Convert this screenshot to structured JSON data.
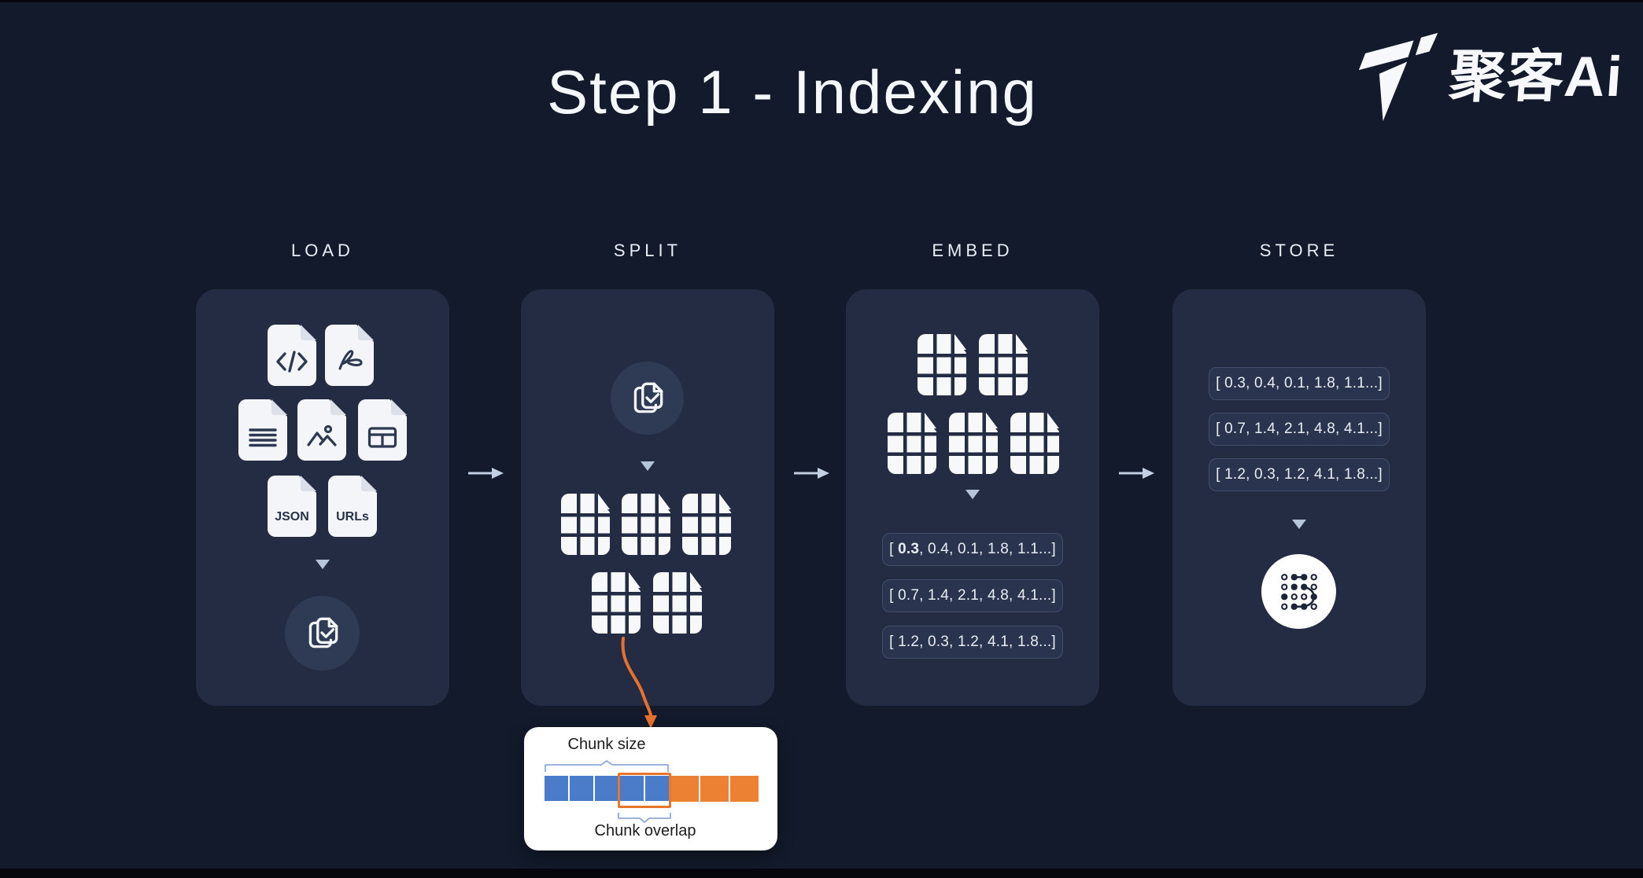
{
  "title": "Step 1 - Indexing",
  "logo": {
    "brand_text": "聚客Ai",
    "mark_icon": "tilted-t-logo"
  },
  "stages": {
    "load": "LOAD",
    "split": "SPLIT",
    "embed": "EMBED",
    "store": "STORE"
  },
  "load_panel": {
    "file_icons": [
      "code-file-icon",
      "pdf-file-icon",
      "text-file-icon",
      "image-file-icon",
      "table-file-icon",
      "json-file-icon",
      "urls-file-icon"
    ],
    "json_label": "JSON",
    "urls_label": "URLs",
    "result_icon": "documents-check-icon"
  },
  "split_panel": {
    "source_icon": "documents-check-icon",
    "chunk_icon": "chunk-grid-icon",
    "chunk_rows": [
      3,
      2
    ]
  },
  "embed_panel": {
    "chunk_icon": "chunk-grid-icon",
    "chunk_rows": [
      2,
      3
    ],
    "vector1": {
      "open": "[ ",
      "bold": "0.3",
      "rest": ", 0.4, 0.1, 1.8, 1.1...]"
    },
    "vector2": "[ 0.7, 1.4, 2.1, 4.8, 4.1...]",
    "vector3": "[ 1.2, 0.3, 1.2, 4.1, 1.8...]"
  },
  "store_panel": {
    "vector1": "[ 0.3, 0.4, 0.1, 1.8, 1.1...]",
    "vector2": "[ 0.7, 1.4, 2.1, 4.8, 4.1...]",
    "vector3": "[ 1.2, 0.3, 1.2, 4.1, 1.8...]",
    "db_icon": "vector-database-dots-icon"
  },
  "chunk_box": {
    "size_label": "Chunk size",
    "overlap_label": "Chunk overlap",
    "blue_block_count": 5,
    "orange_block_count": 3,
    "overlap_block_count": 2
  },
  "colors": {
    "background": "#121a2b",
    "card": "#232c43",
    "circle": "#2f3a55",
    "pill_bg": "#2b344e",
    "pill_border": "#434e6b",
    "flow_arrow": "#c3cfe2",
    "triangle": "#b7c5da",
    "accent_orange": "#e8732c",
    "block_blue": "#4a7cc9",
    "block_orange": "#ec8033",
    "text_light": "#eef2f7",
    "glyph_dark": "#2d3950"
  }
}
